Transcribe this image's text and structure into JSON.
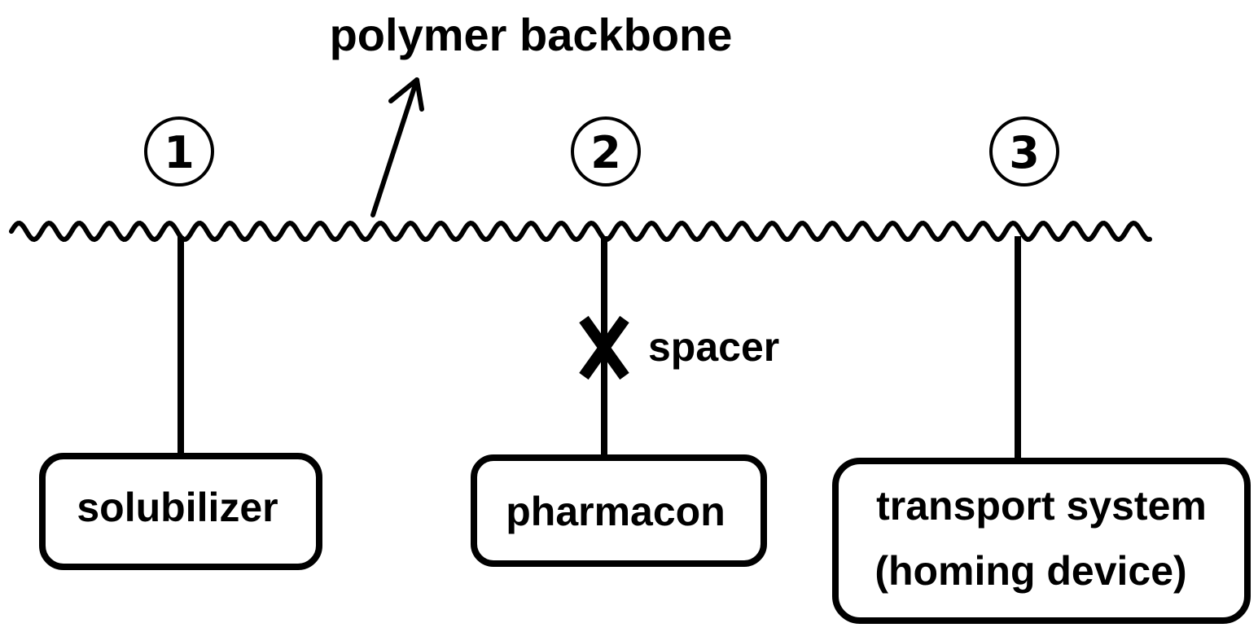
{
  "title": "polymer backbone",
  "spacer_label": "spacer",
  "markers": [
    "1",
    "2",
    "3"
  ],
  "boxes": {
    "solubilizer": "solubilizer",
    "pharmacon": "pharmacon",
    "transport_line1": "transport system",
    "transport_line2": "(homing device)"
  },
  "colors": {
    "stroke": "#000000",
    "background": "#ffffff"
  }
}
